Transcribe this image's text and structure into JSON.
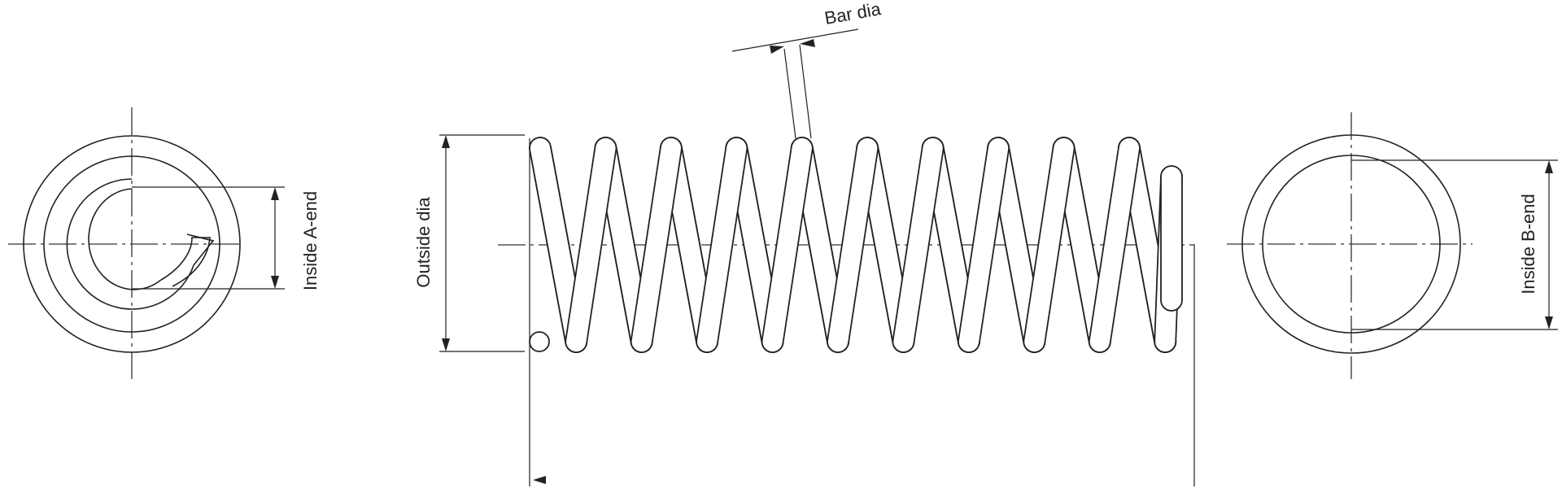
{
  "drawing": {
    "labels": {
      "bar_dia": "Bar dia",
      "outside_dia": "Outside dia",
      "inside_a_end": "Inside A-end",
      "inside_b_end": "Inside B-end"
    },
    "spring": {
      "active_coils_shown": 10,
      "end_a_view": "spiral",
      "end_b_view": "ring"
    },
    "line_color": "#222222",
    "background": "#ffffff"
  }
}
